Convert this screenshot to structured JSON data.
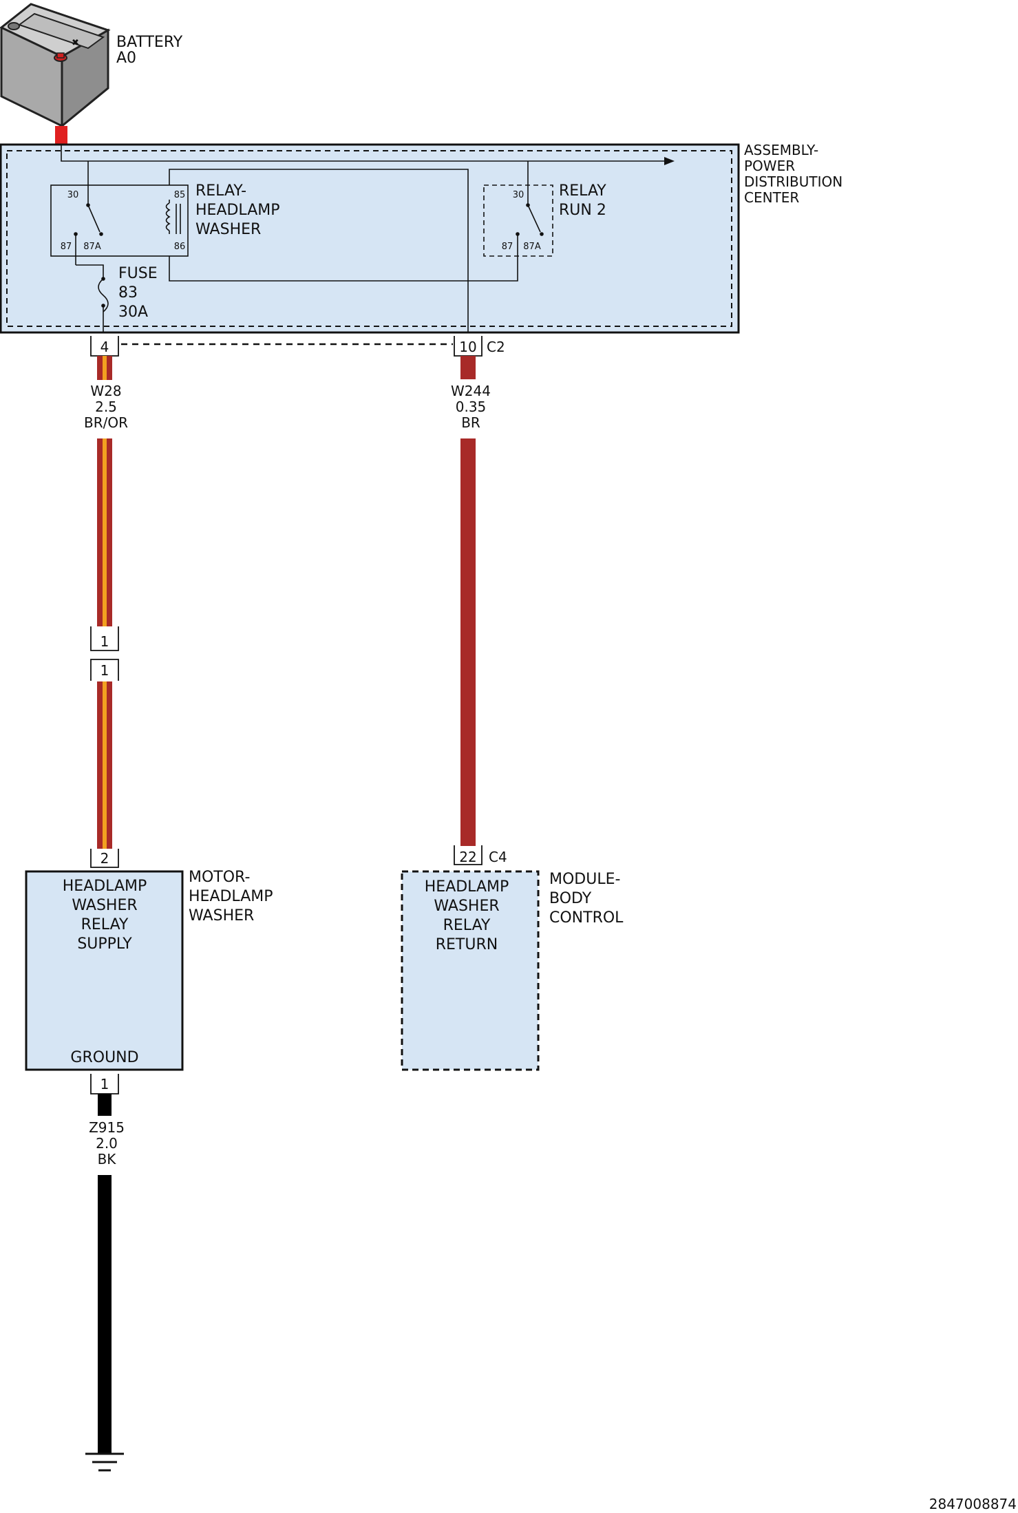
{
  "battery": {
    "name": "BATTERY",
    "id": "A0"
  },
  "pdc": {
    "line1": "ASSEMBLY-",
    "line2": "POWER",
    "line3": "DISTRIBUTION",
    "line4": "CENTER"
  },
  "relay_washer": {
    "line1": "RELAY-",
    "line2": "HEADLAMP",
    "line3": "WASHER",
    "pin30": "30",
    "pin85": "85",
    "pin87": "87",
    "pin87a": "87A",
    "pin86": "86"
  },
  "relay_run2": {
    "line1": "RELAY",
    "line2": "RUN 2",
    "pin30": "30",
    "pin87": "87",
    "pin87a": "87A"
  },
  "fuse": {
    "line1": "FUSE",
    "line2": "83",
    "line3": "30A"
  },
  "connectors": {
    "pdc_pin4": "4",
    "pdc_pin10": "10",
    "pdc_c2": "C2",
    "inline_upper": "1",
    "inline_lower": "1",
    "motor_pin": "2",
    "motor_ground_pin": "1",
    "bcm_pin": "22",
    "bcm_c4": "C4"
  },
  "wires": {
    "w28": {
      "id": "W28",
      "gauge": "2.5",
      "color": "BR/OR"
    },
    "w244": {
      "id": "W244",
      "gauge": "0.35",
      "color": "BR"
    },
    "z915": {
      "id": "Z915",
      "gauge": "2.0",
      "color": "BK"
    }
  },
  "motor": {
    "title1": "MOTOR-",
    "title2": "HEADLAMP",
    "title3": "WASHER",
    "pin_line1": "HEADLAMP",
    "pin_line2": "WASHER",
    "pin_line3": "RELAY",
    "pin_line4": "SUPPLY",
    "ground": "GROUND"
  },
  "bcm": {
    "title1": "MODULE-",
    "title2": "BODY",
    "title3": "CONTROL",
    "pin_line1": "HEADLAMP",
    "pin_line2": "WASHER",
    "pin_line3": "RELAY",
    "pin_line4": "RETURN"
  },
  "footer_id": "2847008874",
  "colors": {
    "panel_fill": "#d6e5f4",
    "wire_brown": "#a82a28",
    "wire_orange": "#f2a020",
    "battery_red": "#e02020",
    "wire_black": "#000000"
  }
}
